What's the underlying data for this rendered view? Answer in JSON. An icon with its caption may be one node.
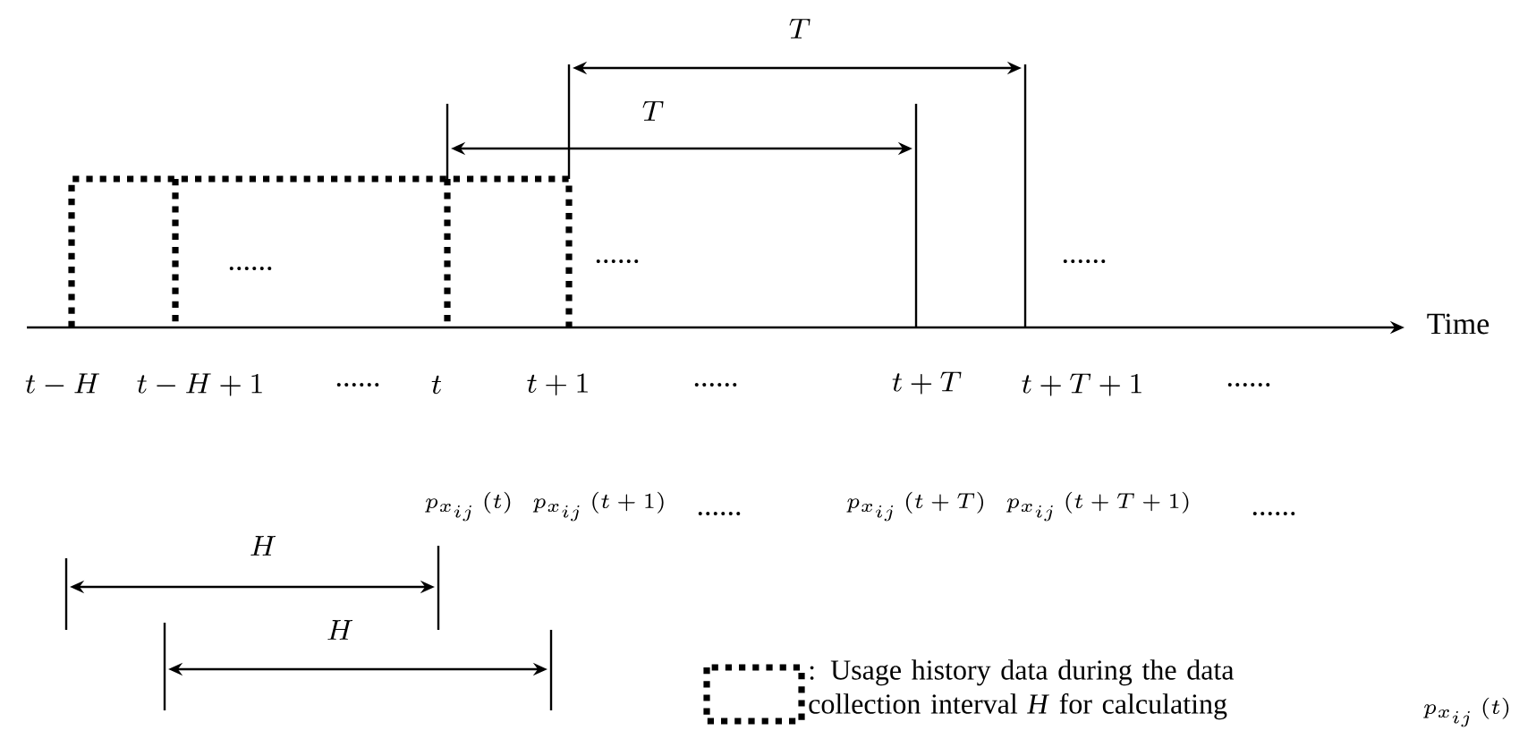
{
  "diagram": {
    "labels": [
      "T",
      "T",
      "......",
      "......",
      "......",
      "Time",
      "t-H",
      "t-H+1",
      "......",
      "t",
      "t+1",
      "......",
      "t+T",
      "t+T+1",
      "......",
      "p_{x_{ij}}\\left(t\\right)",
      "p_{x_{ij}}\\left(t+1\\right)",
      "......",
      "p_{x_{ij}}\\left(t+T\\right)",
      "p_{x_{ij}}\\left(t+T+1\\right)",
      "......",
      "H",
      "H",
      "p_{x_{ij}}\\left(t\\right)"
    ],
    "legend": [
      {
        "text": ": Usage history data during the data collection interval *H* for calculating"
      }
    ]
  }
}
